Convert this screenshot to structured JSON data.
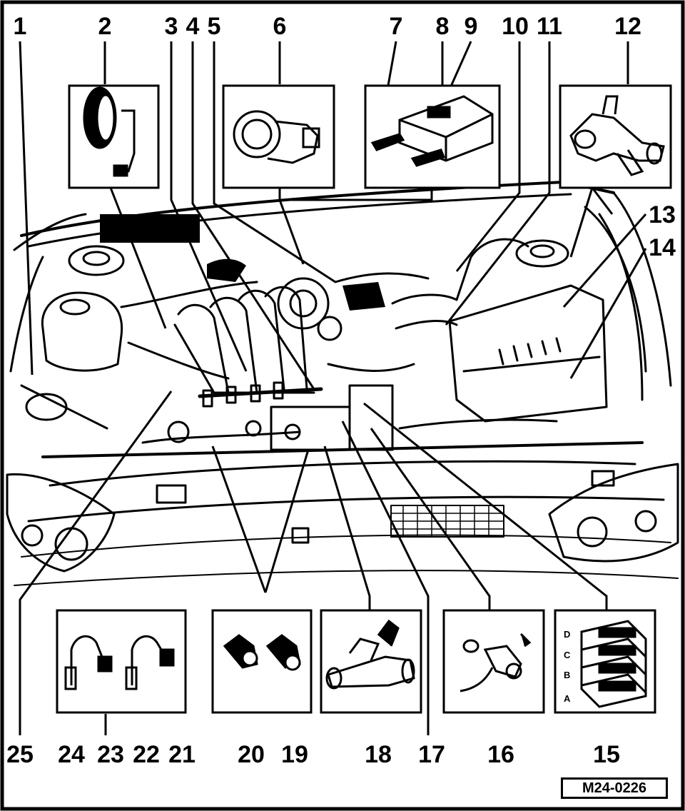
{
  "figure": {
    "reference_code": "M24-0226",
    "callouts": [
      "1",
      "2",
      "3",
      "4",
      "5",
      "6",
      "7",
      "8",
      "9",
      "10",
      "11",
      "12",
      "13",
      "14",
      "15",
      "16",
      "17",
      "18",
      "19",
      "20",
      "21",
      "22",
      "23",
      "24",
      "25"
    ],
    "connector_letters": [
      "D",
      "C",
      "B",
      "A"
    ]
  },
  "colors": {
    "ink": "#000000",
    "paper": "#ffffff"
  }
}
